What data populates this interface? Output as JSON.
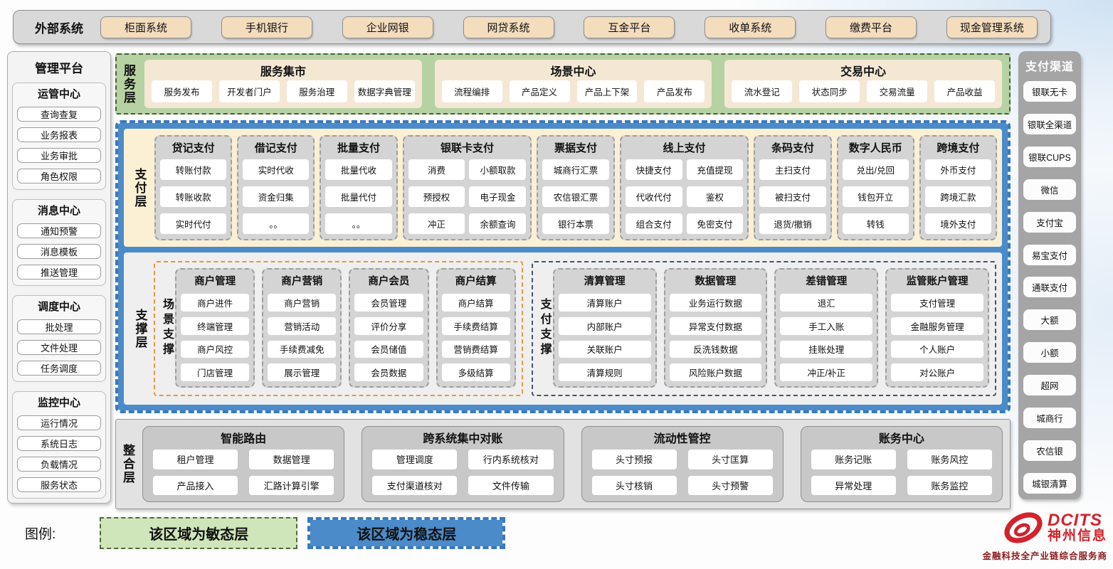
{
  "colors": {
    "agile_green": "#cfe6bb",
    "stable_blue": "#4b8bc9",
    "brand_red": "#d2232e"
  },
  "top_bar": {
    "label": "外部系统",
    "systems": [
      "柜面系统",
      "手机银行",
      "企业网银",
      "网贷系统",
      "互金平台",
      "收单系统",
      "缴费平台",
      "现金管理系统"
    ]
  },
  "left_sidebar": {
    "title": "管理平台",
    "groups": [
      {
        "title": "运管中心",
        "items": [
          "查询查复",
          "业务报表",
          "业务审批",
          "角色权限"
        ]
      },
      {
        "title": "消息中心",
        "items": [
          "通知预警",
          "消息模板",
          "推送管理"
        ]
      },
      {
        "title": "调度中心",
        "items": [
          "批处理",
          "文件处理",
          "任务调度"
        ]
      },
      {
        "title": "监控中心",
        "items": [
          "运行情况",
          "系统日志",
          "负载情况",
          "服务状态"
        ]
      }
    ]
  },
  "service_layer": {
    "label": "服务层",
    "sections": [
      {
        "title": "服务集市",
        "items": [
          "服务发布",
          "开发者门户",
          "服务治理",
          "数据字典管理"
        ]
      },
      {
        "title": "场景中心",
        "items": [
          "流程编排",
          "产品定义",
          "产品上下架",
          "产品发布"
        ]
      },
      {
        "title": "交易中心",
        "items": [
          "流水登记",
          "状态同步",
          "交易流量",
          "产品收益"
        ]
      }
    ]
  },
  "payment_layer": {
    "label": "支付层",
    "columns": [
      {
        "title": "贷记支付",
        "span": 1,
        "items": [
          "转账付款",
          "转账收款",
          "实时代付"
        ]
      },
      {
        "title": "借记支付",
        "span": 1,
        "items": [
          "实时代收",
          "资金归集",
          "。。"
        ]
      },
      {
        "title": "批量支付",
        "span": 1,
        "items": [
          "批量代收",
          "批量代付",
          "。。"
        ]
      },
      {
        "title": "银联卡支付",
        "span": 2,
        "items": [
          "消费",
          "小额取款",
          "预授权",
          "电子现金",
          "冲正",
          "余额查询"
        ]
      },
      {
        "title": "票据支付",
        "span": 1,
        "items": [
          "城商行汇票",
          "农信银汇票",
          "银行本票"
        ]
      },
      {
        "title": "线上支付",
        "span": 2,
        "items": [
          "快捷支付",
          "充值提现",
          "代收代付",
          "鉴权",
          "组合支付",
          "免密支付"
        ]
      },
      {
        "title": "条码支付",
        "span": 1,
        "items": [
          "主扫支付",
          "被扫支付",
          "退货/撤销"
        ]
      },
      {
        "title": "数字人民币",
        "span": 1,
        "items": [
          "兑出/兑回",
          "钱包开立",
          "转钱"
        ]
      },
      {
        "title": "跨境支付",
        "span": 1,
        "items": [
          "外币支付",
          "跨境汇款",
          "境外支付"
        ]
      }
    ]
  },
  "support_layer": {
    "label": "支撑层",
    "groups": [
      {
        "label": "场景支撑",
        "style": "orange",
        "columns": [
          {
            "title": "商户管理",
            "items": [
              "商户进件",
              "终端管理",
              "商户风控",
              "门店管理"
            ]
          },
          {
            "title": "商户营销",
            "items": [
              "商户营销",
              "营销活动",
              "手续费减免",
              "展示管理"
            ]
          },
          {
            "title": "商户会员",
            "items": [
              "会员管理",
              "评价分享",
              "会员储值",
              "会员数据"
            ]
          },
          {
            "title": "商户结算",
            "items": [
              "商户结算",
              "手续费结算",
              "营销费结算",
              "多级结算"
            ]
          }
        ]
      },
      {
        "label": "支付支撑",
        "style": "dark",
        "columns": [
          {
            "title": "清算管理",
            "items": [
              "清算账户",
              "内部账户",
              "关联账户",
              "清算规则"
            ]
          },
          {
            "title": "数据管理",
            "items": [
              "业务运行数据",
              "异常支付数据",
              "反洗钱数据",
              "风险账户数据"
            ]
          },
          {
            "title": "差错管理",
            "items": [
              "退汇",
              "手工入账",
              "挂账处理",
              "冲正/补正"
            ]
          },
          {
            "title": "监管账户管理",
            "items": [
              "支付管理",
              "金融服务管理",
              "个人账户",
              "对公账户"
            ]
          }
        ]
      }
    ]
  },
  "integration_layer": {
    "label": "整合层",
    "sections": [
      {
        "title": "智能路由",
        "items": [
          "租户管理",
          "数据管理",
          "产品接入",
          "汇路计算引擎"
        ]
      },
      {
        "title": "跨系统集中对账",
        "items": [
          "管理调度",
          "行内系统核对",
          "支付渠道核对",
          "文件传输"
        ]
      },
      {
        "title": "流动性管控",
        "items": [
          "头寸预报",
          "头寸匡算",
          "头寸核销",
          "头寸预警"
        ]
      },
      {
        "title": "账务中心",
        "items": [
          "账务记账",
          "账务风控",
          "异常处理",
          "账务监控"
        ]
      }
    ]
  },
  "right_sidebar": {
    "title": "支付渠道",
    "items": [
      "银联无卡",
      "银联全渠道",
      "银联CUPS",
      "微信",
      "支付宝",
      "易宝支付",
      "通联支付",
      "大额",
      "小额",
      "超网",
      "城商行",
      "农信银",
      "城银清算"
    ]
  },
  "legend": {
    "label": "图例:",
    "agile_label": "该区域为敏态层",
    "stable_label": "该区域为稳态层"
  },
  "logo": {
    "brand": "DCITS",
    "company": "神州信息",
    "tagline": "金融科技全产业链综合服务商"
  }
}
